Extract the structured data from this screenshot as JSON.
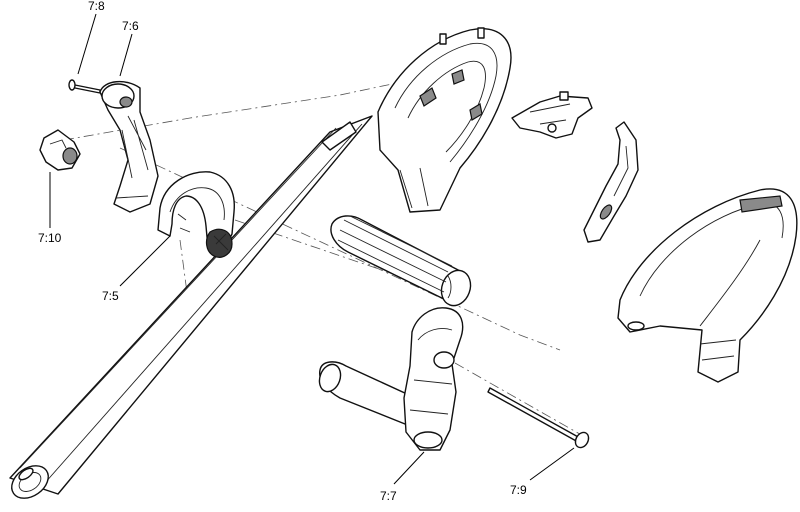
{
  "callouts": {
    "c78": "7:8",
    "c76": "7:6",
    "c710": "7:10",
    "c75": "7:5",
    "c77": "7:7",
    "c79": "7:9"
  }
}
